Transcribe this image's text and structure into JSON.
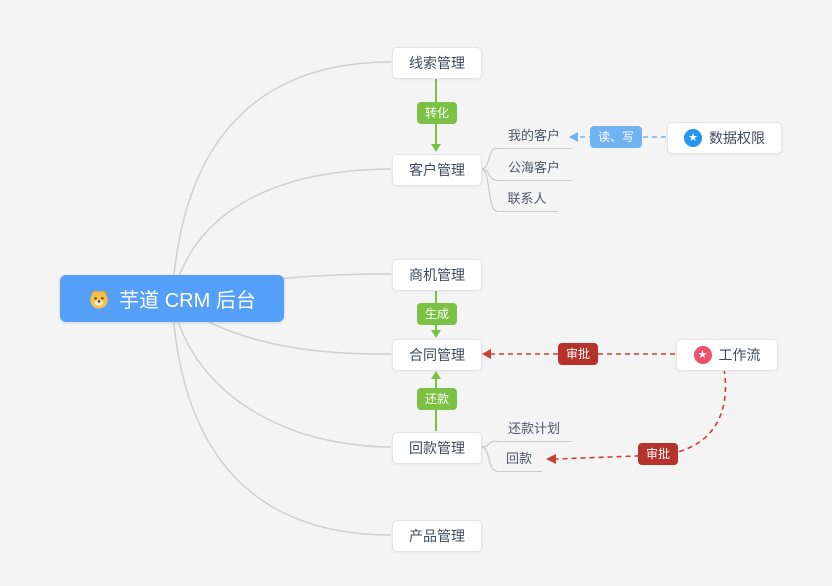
{
  "root_node": {
    "label": "芋道 CRM 后台"
  },
  "modules": {
    "lead": "线索管理",
    "customer": "客户管理",
    "opportunity": "商机管理",
    "contract": "合同管理",
    "receivable": "回款管理",
    "product": "产品管理"
  },
  "customer_children": [
    "我的客户",
    "公海客户",
    "联系人"
  ],
  "receivable_children": [
    "还款计划",
    "回款"
  ],
  "side_nodes": {
    "data_permission": "数据权限",
    "workflow": "工作流"
  },
  "badges": {
    "convert": "转化",
    "generate": "生成",
    "repay": "还款",
    "read_write": "读、写",
    "approve_contract": "审批",
    "approve_receivable": "审批"
  },
  "colors": {
    "root_bg": "#549ff7",
    "green": "#7bc143",
    "blue_badge": "#6fb3f2",
    "red_badge": "#b5332b",
    "red_line": "#c94034",
    "blue_line": "#6fb3f2",
    "gray_edge": "#cfcfcf",
    "data_permission_icon": "#2196f3",
    "workflow_icon": "#f0506e"
  }
}
